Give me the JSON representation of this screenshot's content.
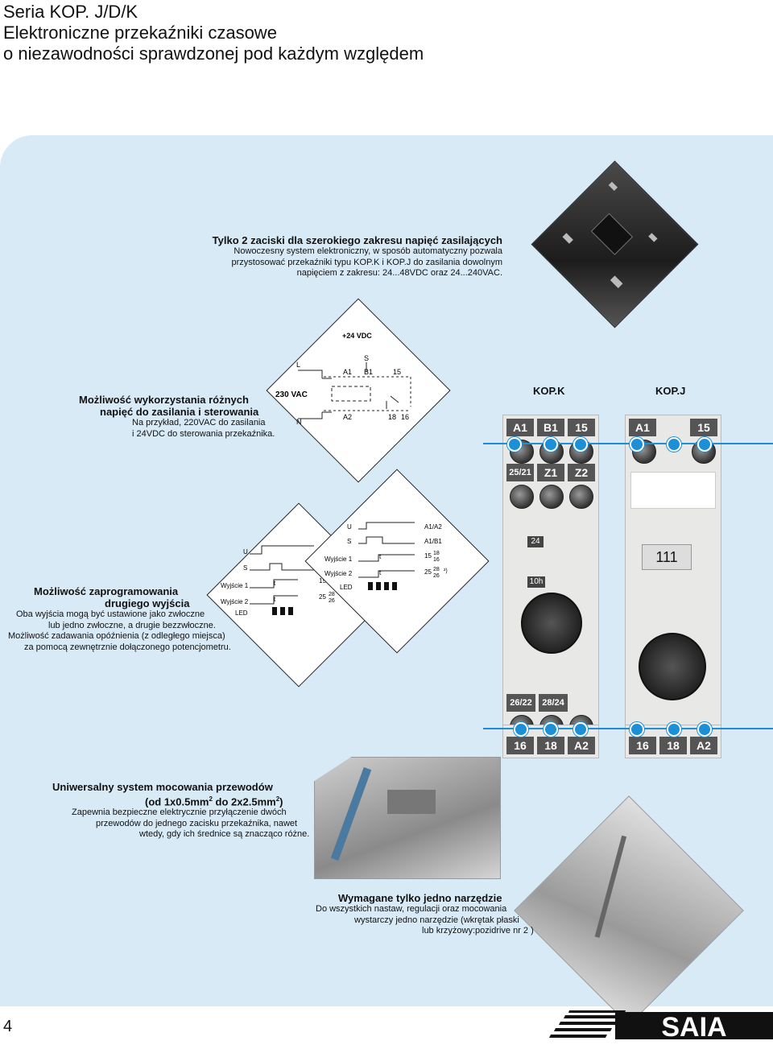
{
  "header": {
    "line1": "Seria KOP. J/D/K",
    "line2": "Elektroniczne przekaźniki czasowe",
    "line3": "o niezawodności sprawdzonej pod każdym względem"
  },
  "sections": {
    "supply": {
      "title": "Tylko 2 zaciski dla szerokiego zakresu napięć zasilających",
      "l1": "Nowoczesny system elektroniczny, w sposób automatyczny pozwala",
      "l2": "przystosować  przekaźniki typu KOP.K  i  KOP.J do zasilania dowolnym",
      "l3": "napięciem z zakresu: 24...48VDC oraz 24...240VAC."
    },
    "voltages": {
      "title1": "Możliwość wykorzystania różnych",
      "title2": "napięć do zasilania i sterowania",
      "l1": "Na przykład, 220VAC do zasilania",
      "l2": "i 24VDC do sterowania przekaźnika."
    },
    "second_output": {
      "title1": "Możliwość zaprogramowania",
      "title2": "drugiego wyjścia",
      "l1": "Oba wyjścia mogą być ustawione jako zwłoczne",
      "l2": "lub jedno zwłoczne, a drugie bezzwłoczne.",
      "l3": "Możliwość zadawania opóźnienia (z odległego miejsca)",
      "l4": "za pomocą zewnętrznie dołączonego potencjometru."
    },
    "wiring": {
      "title1": "Uniwersalny system mocowania przewodów",
      "title2a": "(od 1x0.5mm",
      "title2b": " do 2x2.5mm",
      "title2c": ")",
      "sup": "2",
      "l1": "Zapewnia bezpieczne elektrycznie przyłączenie dwóch",
      "l2": "przewodów do jednego zacisku przekaźnika, nawet",
      "l3": "wtedy, gdy ich średnice są znacząco różne."
    },
    "tool": {
      "title": "Wymagane tylko jedno narzędzie",
      "l1": "Do wszystkich nastaw, regulacji oraz mocowania",
      "l2": "wystarczy jedno narzędzie (wkrętak płaski",
      "l3": "lub krzyżowy:pozidrive nr 2 )"
    }
  },
  "diagram_wiring": {
    "dc": "+24 VDC",
    "ac": "230 VAC",
    "L": "L",
    "N": "N",
    "S": "S",
    "A1": "A1",
    "B1": "B1",
    "A2": "A2",
    "t15": "15",
    "t18": "18",
    "t16": "16"
  },
  "diagram_timing_left": {
    "U": "U",
    "S": "S",
    "out1": "Wyjście 1",
    "out2": "Wyjście 2",
    "led": "LED",
    "t1": "t",
    "t2": "t",
    "n15": "15",
    "n25": "25",
    "n28": "28",
    "n26": "26"
  },
  "diagram_timing_right": {
    "U": "U",
    "S": "S",
    "a1a2": "A1/A2",
    "a1b1": "A1/B1",
    "out1": "Wyjście 1",
    "out2": "Wyjście 2",
    "led": "LED",
    "t1": "t",
    "t2": "t",
    "n15": "15",
    "n18": "18",
    "n16": "16",
    "n25": "25",
    "n28": "28",
    "n26": "26",
    "note": "²)"
  },
  "relays": {
    "k": {
      "name": "KOP.K",
      "top_terms": [
        "A1",
        "B1",
        "15"
      ],
      "mid_terms": [
        "25/21",
        "Z1",
        "Z2"
      ],
      "lower_terms": [
        "26/22",
        "28/24"
      ],
      "bottom_terms": [
        "16",
        "18",
        "A2"
      ],
      "range": "24",
      "mult": "10h"
    },
    "j": {
      "name": "KOP.J",
      "top_terms": [
        "A1",
        "15"
      ],
      "bottom_terms": [
        "16",
        "18",
        "A2"
      ],
      "code": "111"
    }
  },
  "footer": {
    "page": "4",
    "logo": "SAIA"
  },
  "colors": {
    "panel": "#d8eaf6",
    "accent": "#1d8fd6"
  }
}
